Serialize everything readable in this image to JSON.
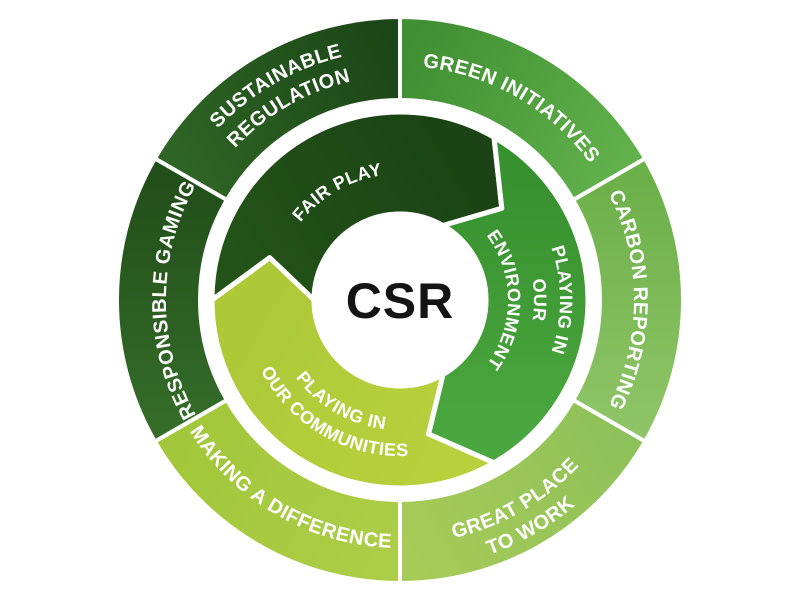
{
  "diagram": {
    "center_label": "CSR",
    "outer_ring": {
      "segments": [
        {
          "name": "sustainable-regulation",
          "lines": [
            "SUSTAINABLE",
            "REGULATION"
          ],
          "color_start": "#2e6424",
          "color_end": "#1b4617"
        },
        {
          "name": "green-initiatives",
          "lines": [
            "GREEN INITIATIVES"
          ],
          "color_start": "#3f8f33",
          "color_end": "#61b04b"
        },
        {
          "name": "carbon-reporting",
          "lines": [
            "CARBON REPORTING"
          ],
          "color_start": "#6cb04a",
          "color_end": "#8ec466"
        },
        {
          "name": "great-place-to-work",
          "lines": [
            "GREAT PLACE",
            "TO WORK"
          ],
          "color_start": "#8fc15a",
          "color_end": "#a7cb57"
        },
        {
          "name": "making-a-difference",
          "lines": [
            "MAKING A DIFFERENCE"
          ],
          "color_start": "#accd48",
          "color_end": "#a2c73a"
        },
        {
          "name": "responsible-gaming",
          "lines": [
            "RESPONSIBLE GAMING"
          ],
          "color_start": "#346c28",
          "color_end": "#224e1a"
        }
      ]
    },
    "inner_ring": {
      "segments": [
        {
          "name": "fair-play",
          "lines": [
            "FAIR PLAY"
          ],
          "color_start": "#235318",
          "color_end": "#1b4315"
        },
        {
          "name": "playing-in-our-environment",
          "lines": [
            "PLAYING IN",
            "OUR",
            "ENVIRONMENT"
          ],
          "color_start": "#37912f",
          "color_end": "#4aa63e"
        },
        {
          "name": "playing-in-our-communities",
          "lines": [
            "PLAYING IN",
            "OUR COMMUNITIES"
          ],
          "color_start": "#b9d03d",
          "color_end": "#adc938"
        }
      ]
    },
    "colors": {
      "background": "#ffffff",
      "divider": "#ffffff",
      "label_text": "#ffffff",
      "center_text": "#141414"
    }
  }
}
